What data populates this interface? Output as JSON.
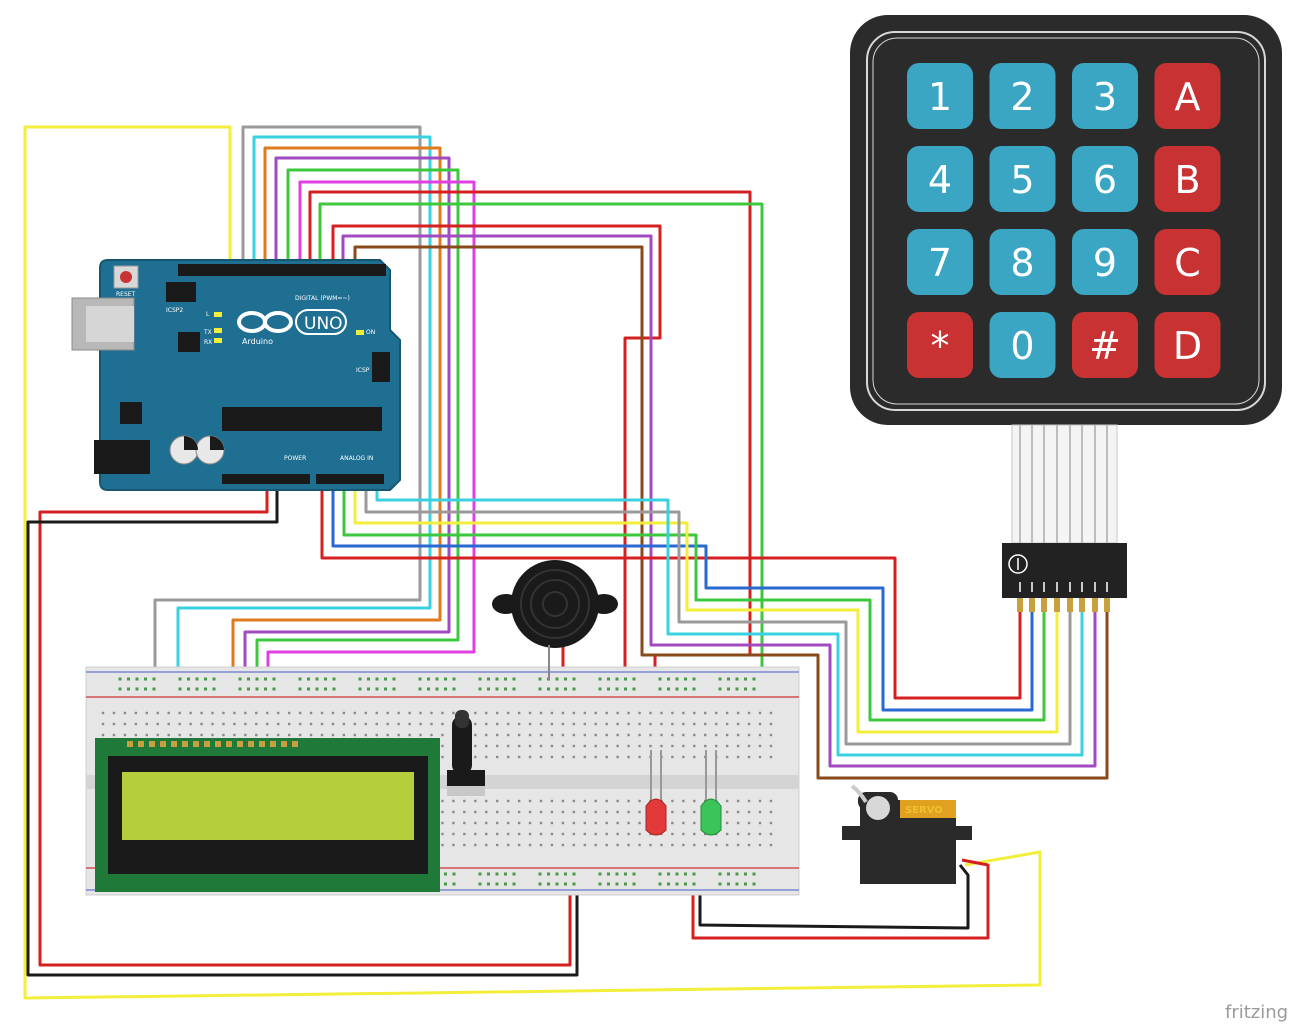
{
  "keypad": {
    "keys": [
      "1",
      "2",
      "3",
      "A",
      "4",
      "5",
      "6",
      "B",
      "7",
      "8",
      "9",
      "C",
      "*",
      "0",
      "#",
      "D"
    ],
    "colors": {
      "digit": "#3aa6c4",
      "letter": "#c83232",
      "body": "#2b2b2b"
    }
  },
  "arduino": {
    "brand": "UNO",
    "maker": "Arduino",
    "reset_label": "RESET",
    "icsp2_label": "ICSP2",
    "icsp_label": "ICSP",
    "on_label": "ON",
    "l_label": "L",
    "tx_label": "TX",
    "rx_label": "RX",
    "digital_label": "DIGITAL (PWM=~)",
    "power_label": "POWER",
    "analog_label": "ANALOG IN",
    "board_color": "#1f6f93"
  },
  "servo": {
    "label": "SERVO"
  },
  "lcd": {
    "screen_color": "#b5cf3c"
  },
  "leds": {
    "red": "#e23a3a",
    "green": "#3ac45a"
  },
  "credit": "fritzing"
}
